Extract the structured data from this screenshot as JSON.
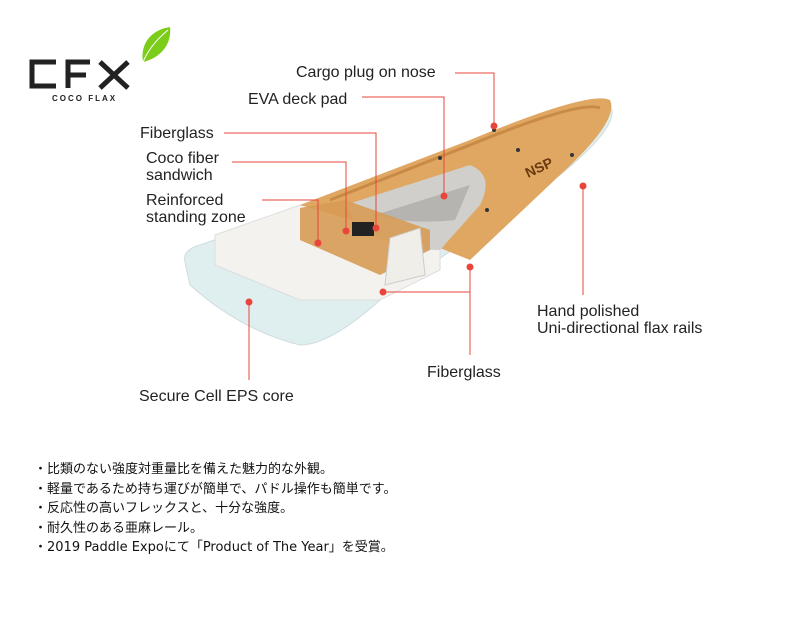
{
  "logo": {
    "main": "CFX",
    "sub": "COCO FLAX"
  },
  "labels": {
    "cargo_plug": "Cargo plug on nose",
    "eva_pad": "EVA deck pad",
    "fiberglass_top": "Fiberglass",
    "coco_fiber": [
      "Coco fiber",
      "sandwich"
    ],
    "reinforced": [
      "Reinforced",
      "standing zone"
    ],
    "hand_polished": [
      "Hand polished",
      "Uni-directional flax rails"
    ],
    "fiberglass_bottom": "Fiberglass",
    "eps_core": "Secure Cell EPS core",
    "board_brand": "NSP"
  },
  "features": [
    "比類のない強度対重量比を備えた魅力的な外観。",
    "軽量であるため持ち運びが簡単で、パドル操作も簡単です。",
    "反応性の高いフレックスと、十分な強度。",
    "耐久性のある亜麻レール。",
    "2019 Paddle Expoにて「Product of The Year」を受賞。"
  ],
  "colors": {
    "leader": "#e8463c",
    "leaf": "#7ccc1a",
    "wood": "#e0a763"
  }
}
